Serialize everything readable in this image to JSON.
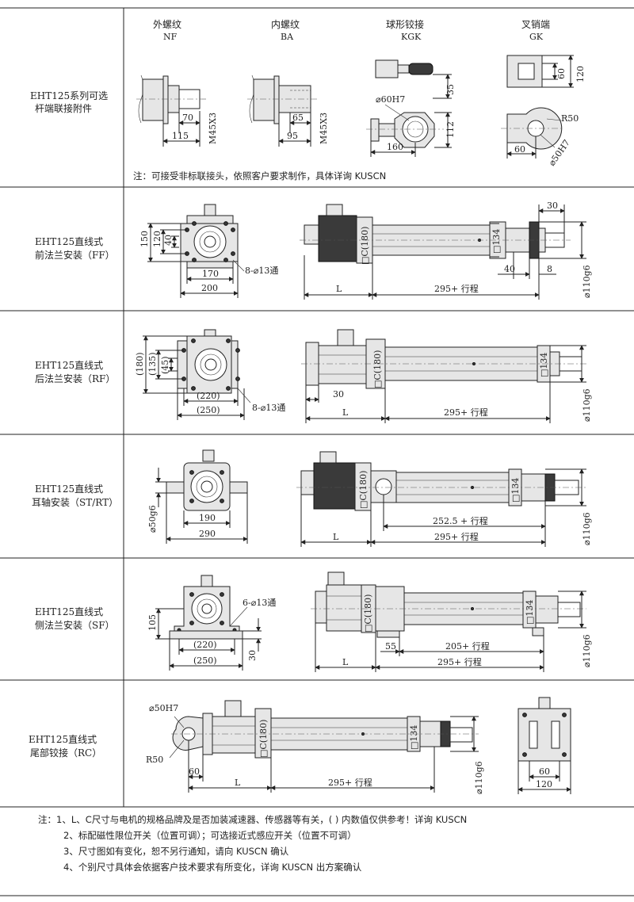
{
  "attachments": {
    "section_label_1": "EHT125系列可选",
    "section_label_2": "杆端联接附件",
    "nf": {
      "name": "外螺纹",
      "code": "NF",
      "d1": "70",
      "d2": "115",
      "thread": "M45X3"
    },
    "ba": {
      "name": "内螺纹",
      "code": "BA",
      "d1": "65",
      "d2": "95",
      "thread": "M45X3"
    },
    "kgk": {
      "name": "球形铰接",
      "code": "KGK",
      "bore": "⌀60H7",
      "d1": "35",
      "d2": "112",
      "d3": "160"
    },
    "gk": {
      "name": "叉销端",
      "code": "GK",
      "d1": "60",
      "d2": "120",
      "radius": "R50",
      "d3": "60",
      "bore": "⌀50H7"
    },
    "note": "注：可接受非标联接头，依照客户要求制作，具体详询  KUSCN"
  },
  "ff": {
    "label_1": "EHT125直线式",
    "label_2": "前法兰安装（FF）",
    "h150": "150",
    "h120": "120",
    "h40": "40",
    "w170": "170",
    "w200": "200",
    "holes": "8-⌀13通",
    "c": "□C(180)",
    "sq": "□134",
    "d30": "30",
    "d40": "40",
    "d8": "8",
    "L": "L",
    "stroke": "295+ 行程",
    "rod": "⌀110g6"
  },
  "rf": {
    "label_1": "EHT125直线式",
    "label_2": "后法兰安装（RF）",
    "h180": "(180)",
    "h135": "(135)",
    "h45": "(45)",
    "w220": "(220)",
    "w250": "(250)",
    "holes": "8-⌀13通",
    "c": "□C(180)",
    "sq": "□134",
    "d30": "30",
    "L": "L",
    "stroke": "295+ 行程",
    "rod": "⌀110g6"
  },
  "st": {
    "label_1": "EHT125直线式",
    "label_2": "耳轴安装（ST/RT）",
    "pin": "⌀50g6",
    "w190": "190",
    "w290": "290",
    "c": "□C(180)",
    "sq": "□134",
    "stroke1": "252.5 + 行程",
    "L": "L",
    "stroke2": "295+ 行程",
    "rod": "⌀110g6"
  },
  "sf": {
    "label_1": "EHT125直线式",
    "label_2": "侧法兰安装（SF）",
    "h105": "105",
    "holes": "6-⌀13通",
    "w220": "(220)",
    "w250": "(250)",
    "h30": "30",
    "c": "□C(180)",
    "sq": "□134",
    "d55": "55",
    "stroke1": "205+ 行程",
    "L": "L",
    "stroke2": "295+ 行程",
    "rod": "⌀110g6"
  },
  "rc": {
    "label_1": "EHT125直线式",
    "label_2": "尾部铰接（RC）",
    "bore": "⌀50H7",
    "radius": "R50",
    "d60": "60",
    "c": "□C(180)",
    "sq": "□134",
    "L": "L",
    "stroke": "295+ 行程",
    "rod": "⌀110g6",
    "e60": "60",
    "e120": "120"
  },
  "notes": {
    "n1": "注：1、L、C尺寸与电机的规格品牌及是否加装减速器、传感器等有关，( ) 内数值仅供参考！详询  KUSCN",
    "n2": "2、标配磁性限位开关（位置可调）；可选接近式感应开关（位置不可调）",
    "n3": "3、尺寸图如有变化，恕不另行通知，请向  KUSCN  确认",
    "n4": "4、个别尺寸具体会依据客户技术要求有所变化，详询  KUSCN 出方案确认"
  }
}
